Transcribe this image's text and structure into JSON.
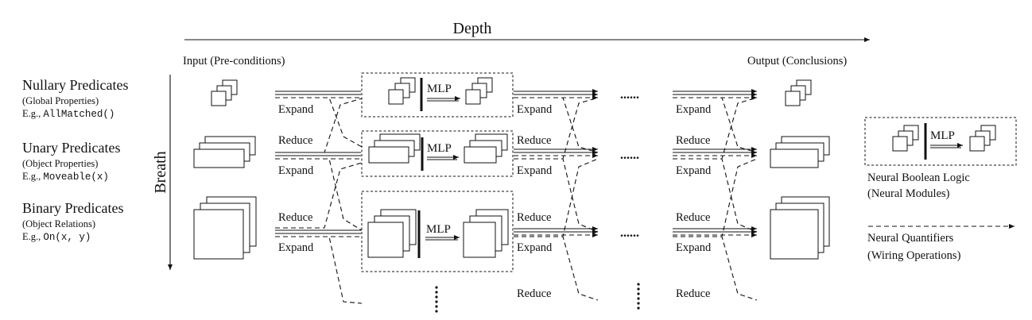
{
  "depth_label": "Depth",
  "breath_label": "Breath",
  "input_label": "Input (Pre-conditions)",
  "output_label": "Output (Conclusions)",
  "predicates": [
    {
      "title": "Nullary Predicates",
      "subtitle": "(Global Properties)",
      "eg_prefix": "E.g., ",
      "eg_code": "AllMatched()"
    },
    {
      "title": "Unary Predicates",
      "subtitle": "(Object Properties)",
      "eg_prefix": "E.g., ",
      "eg_code": "Moveable(x)"
    },
    {
      "title": "Binary Predicates",
      "subtitle": "(Object Relations)",
      "eg_prefix": "E.g., ",
      "eg_code": "On(x, y)"
    }
  ],
  "mlp_label": "MLP",
  "expand_label": "Expand",
  "reduce_label": "Reduce",
  "ellipsis": "......",
  "legend": {
    "boolean_logic_line1": "Neural Boolean Logic",
    "boolean_logic_line2": "(Neural Modules)",
    "quantifiers_line1": "Neural Quantifiers",
    "quantifiers_line2": "(Wiring Operations)"
  }
}
